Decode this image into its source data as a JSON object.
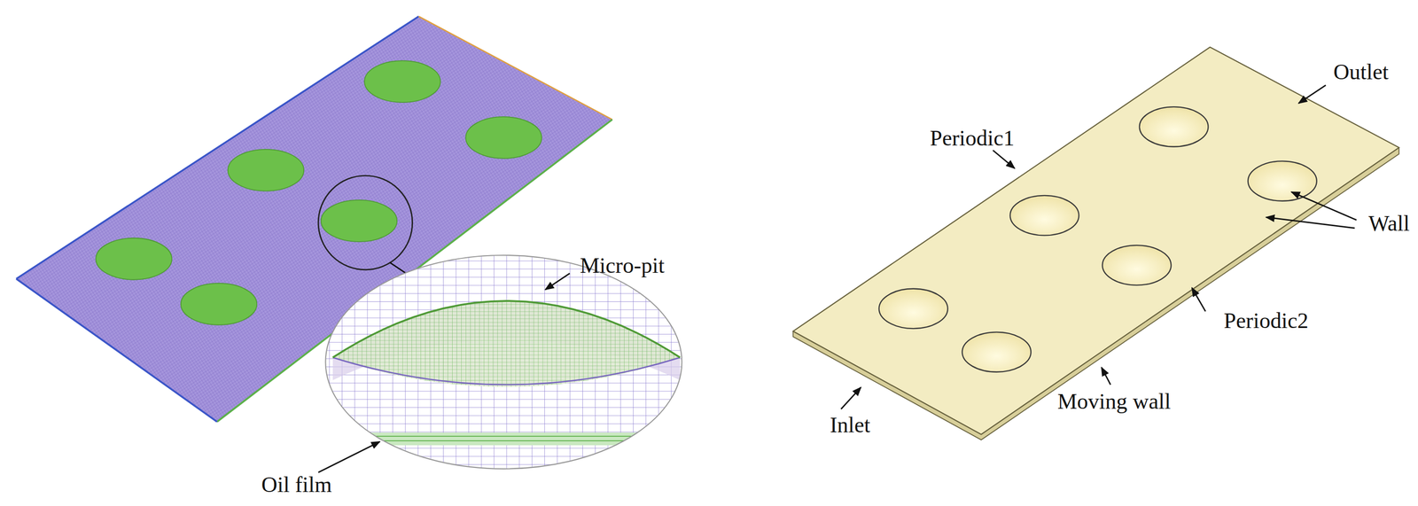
{
  "diagram": {
    "labels": [
      "Micro-pit",
      "Oil film",
      "Outlet",
      "Periodic1",
      "Wall",
      "Periodic2",
      "Moving wall",
      "Inlet"
    ]
  }
}
